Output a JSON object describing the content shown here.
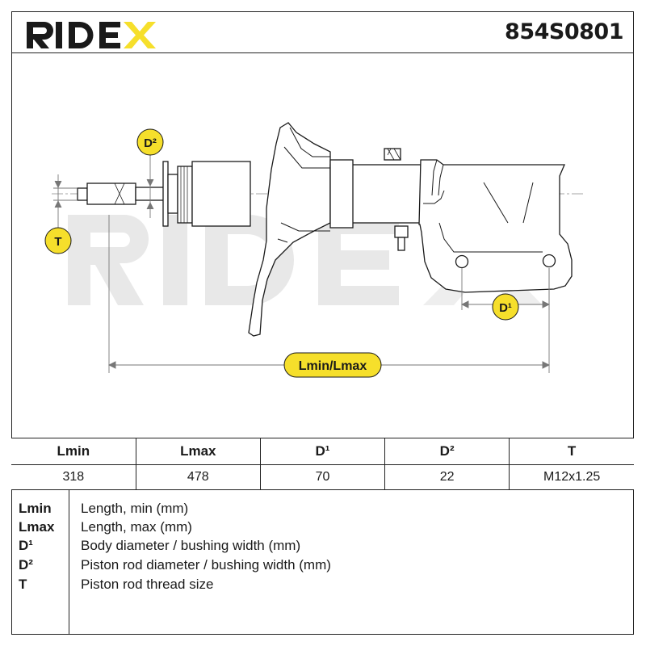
{
  "header": {
    "brand": "RIDEX",
    "part_number": "854S0801"
  },
  "drawing": {
    "watermark": "RIDEX",
    "labels": {
      "d2": "D²",
      "t": "T",
      "d1": "D¹",
      "length": "Lmin/Lmax"
    },
    "colors": {
      "badge": "#f6df2b",
      "line": "#1a1a1a",
      "dimension": "#777777",
      "watermark": "#e6e6e6"
    }
  },
  "spec_table": {
    "headers": [
      "Lmin",
      "Lmax",
      "D¹",
      "D²",
      "T"
    ],
    "values": [
      "318",
      "478",
      "70",
      "22",
      "M12x1.25"
    ]
  },
  "legend": [
    {
      "key": "Lmin",
      "desc": "Length, min (mm)"
    },
    {
      "key": "Lmax",
      "desc": "Length, max (mm)"
    },
    {
      "key": "D¹",
      "desc": "Body diameter / bushing width (mm)"
    },
    {
      "key": "D²",
      "desc": "Piston rod diameter / bushing width (mm)"
    },
    {
      "key": "T",
      "desc": "Piston rod thread size"
    }
  ],
  "colors": {
    "accent": "#f6df2b",
    "border": "#222222"
  }
}
